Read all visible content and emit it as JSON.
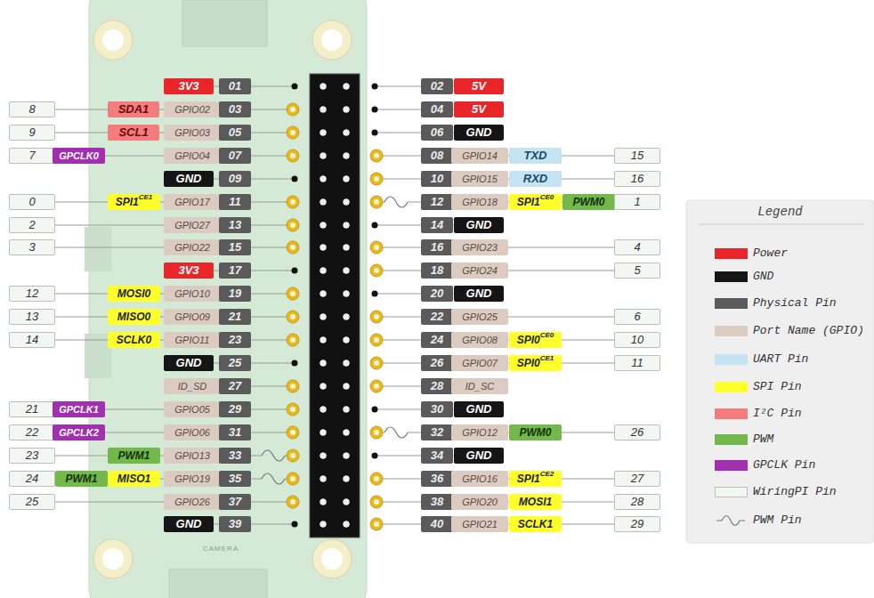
{
  "diagram": {
    "labels": [
      "3V3",
      "01",
      "8",
      "SDA1",
      "GPIO02",
      "03",
      "9",
      "SCL1",
      "GPIO03",
      "05",
      "7",
      "GPCLK0",
      "GPIO04",
      "07",
      "GND",
      "09",
      "0",
      "SPI1",
      "CE1",
      "GPIO17",
      "11",
      "2",
      "GPIO27",
      "13",
      "3",
      "GPIO22",
      "15",
      "3V3",
      "17",
      "12",
      "MOSI0",
      "GPIO10",
      "19",
      "13",
      "MISO0",
      "GPIO09",
      "21",
      "14",
      "SCLK0",
      "GPIO11",
      "23",
      "GND",
      "25",
      "ID_SD",
      "27",
      "21",
      "GPCLK1",
      "GPIO05",
      "29",
      "22",
      "GPCLK2",
      "GPIO06",
      "31",
      "23",
      "PWM1",
      "GPIO13",
      "33",
      "24",
      "PWM1",
      "MISO1",
      "GPIO19",
      "35",
      "25",
      "GPIO26",
      "37",
      "GND",
      "39",
      "02",
      "5V",
      "04",
      "5V",
      "06",
      "GND",
      "08",
      "GPIO14",
      "TXD",
      "15",
      "10",
      "GPIO15",
      "RXD",
      "16",
      "12",
      "GPIO18",
      "SPI1",
      "CE0",
      "PWM0",
      "1",
      "14",
      "GND",
      "16",
      "GPIO23",
      "4",
      "18",
      "GPIO24",
      "5",
      "20",
      "GND",
      "22",
      "GPIO25",
      "6",
      "24",
      "GPIO08",
      "SPI0",
      "CE0",
      "10",
      "26",
      "GPIO07",
      "SPI0",
      "CE1",
      "11",
      "28",
      "ID_SC",
      "30",
      "GND",
      "32",
      "GPIO12",
      "PWM0",
      "26",
      "34",
      "GND",
      "36",
      "GPIO16",
      "SPI1",
      "CE2",
      "27",
      "38",
      "GPIO20",
      "MOSI1",
      "28",
      "40",
      "GPIO21",
      "SCLK1",
      "29",
      "Legend",
      "CAMERA"
    ],
    "legend": [
      {
        "text": "Power",
        "color": "#e8262a"
      },
      {
        "text": "GND",
        "color": "#151515"
      },
      {
        "text": "Physical Pin",
        "color": "#5a5a5a"
      },
      {
        "text": "Port Name (GPIO)",
        "color": "#dccbc0"
      },
      {
        "text": "UART Pin",
        "color": "#c5e3f2"
      },
      {
        "text": "SPI Pin",
        "color": "#ffff2a"
      },
      {
        "text": "I²C Pin",
        "color": "#f47c7c"
      },
      {
        "text": "PWM",
        "color": "#72b84a"
      },
      {
        "text": "GPCLK Pin",
        "color": "#a12fb0"
      },
      {
        "text": "WiringPI Pin",
        "color": "#f3f7f3"
      },
      {
        "text": "PWM Pin"
      }
    ]
  }
}
